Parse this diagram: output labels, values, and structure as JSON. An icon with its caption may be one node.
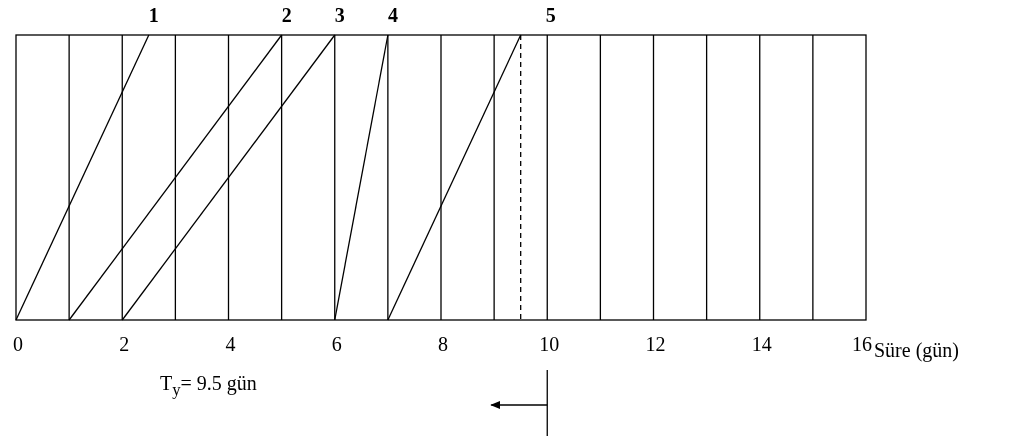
{
  "diagram": {
    "labels": [
      "1",
      "2",
      "3",
      "4",
      "5",
      "0",
      "2",
      "4",
      "6",
      "8",
      "10",
      "12",
      "14",
      "16",
      "Süre (gün)",
      "T$_{y}$= 9.5 gün"
    ]
  }
}
